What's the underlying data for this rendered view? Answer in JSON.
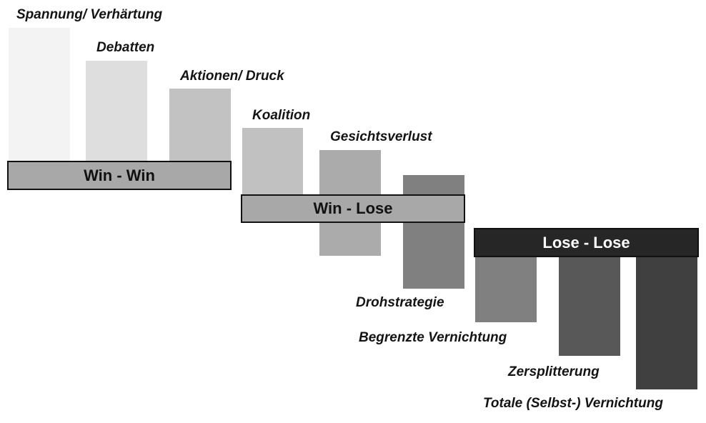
{
  "colors": {
    "stage1": "#f3f3f3",
    "stage2": "#dedede",
    "stage3": "#c2c2c2",
    "stage4": "#c1c1c1",
    "stage5": "#ababab",
    "stage6": "#808080",
    "stage7": "#808080",
    "stage8": "#585858",
    "stage9": "#404040",
    "win_win_fill": "#a8a8a8",
    "win_lose_fill": "#a8a8a8",
    "lose_lose_fill": "#262626",
    "lose_lose_text": "#ffffff"
  },
  "stages": [
    {
      "label": "Spannung/ Verhärtung"
    },
    {
      "label": "Debatten"
    },
    {
      "label": "Aktionen/ Druck"
    },
    {
      "label": "Koalition"
    },
    {
      "label": "Gesichtsverlust"
    },
    {
      "label": "Drohstrategie"
    },
    {
      "label": "Begrenzte Vernichtung"
    },
    {
      "label": "Zersplitterung"
    },
    {
      "label": "Totale (Selbst-) Vernichtung"
    }
  ],
  "bands": {
    "win_win": "Win - Win",
    "win_lose": "Win - Lose",
    "lose_lose": "Lose - Lose"
  }
}
